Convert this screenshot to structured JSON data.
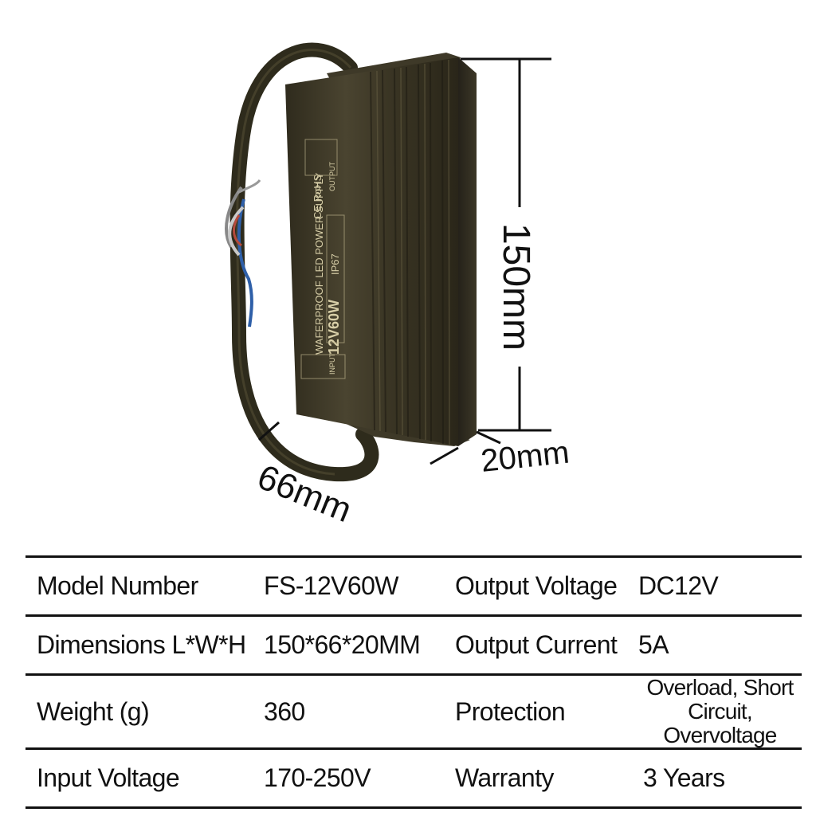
{
  "figure": {
    "dimensions": {
      "height": "150mm",
      "width": "66mm",
      "depth": "20mm"
    },
    "case_print": {
      "title": "WAFERPROOF LED POWER SUPPLY",
      "model": "12V60W",
      "rating": "IP67",
      "marks": "CE RoHS",
      "output_label": "OUTPUT",
      "input_label": "INPUT"
    },
    "colors": {
      "case": "#3b3626",
      "case_highlight": "#6a6245",
      "cable": "#2e2b1c"
    }
  },
  "specs": {
    "rows": [
      {
        "label_1": "Model Number",
        "value_1": "FS-12V60W",
        "label_2": "Output Voltage",
        "value_2": "DC12V"
      },
      {
        "label_1": "Dimensions L*W*H",
        "value_1": "150*66*20MM",
        "label_2": "Output Current",
        "value_2": "5A"
      },
      {
        "label_1": "Weight (g)",
        "value_1": "360",
        "label_2": "Protection",
        "value_2": "Overload, Short Circuit, Overvoltage"
      },
      {
        "label_1": "Input Voltage",
        "value_1": "170-250V",
        "label_2": "Warranty",
        "value_2": "3 Years"
      }
    ]
  }
}
